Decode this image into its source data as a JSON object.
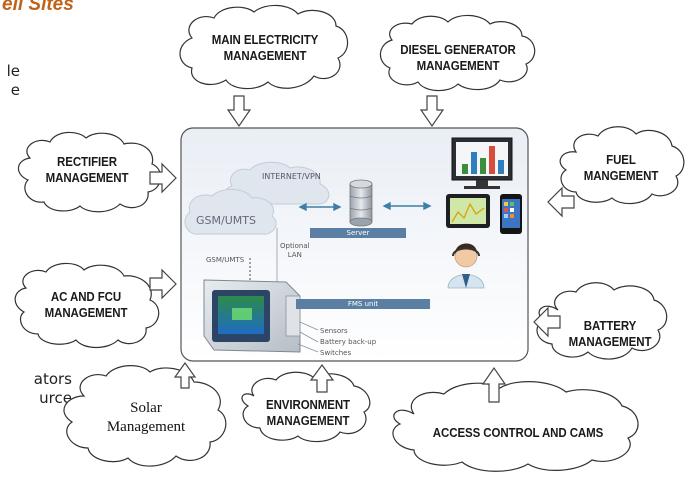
{
  "title": "ell Sites",
  "left_text": [
    "le",
    "e"
  ],
  "bottom_left_text": [
    "ators",
    "urce"
  ],
  "clouds": {
    "main_electricity": [
      "MAIN ELECTRICITY",
      "MANAGEMENT"
    ],
    "diesel_generator": [
      "DIESEL GENERATOR",
      "MANAGEMENT"
    ],
    "rectifier": [
      "RECTIFIER",
      "MANAGEMENT"
    ],
    "fuel": [
      "FUEL",
      "MANGEMENT"
    ],
    "ac_fcu": [
      "AC AND FCU",
      "MANAGEMENT"
    ],
    "battery": [
      "BATTERY",
      "MANAGEMENT"
    ],
    "solar": [
      "Solar",
      "Management"
    ],
    "environment": [
      "ENVIRONMENT",
      "MANAGEMENT"
    ],
    "access_control": "ACCESS CONTROL AND CAMS"
  },
  "center": {
    "internet_vpn": "INTERNET/VPN",
    "gsm_umts_cloud": "GSM/UMTS",
    "gsm_umts_link": "GSM/UMTS",
    "optional_lan": [
      "Optional",
      "LAN"
    ],
    "server": "Server",
    "fms_unit": "FMS unit",
    "sensors": "Sensors",
    "battery_backup": "Battery back-up",
    "switches": "Switches"
  },
  "colors": {
    "title": "#c0631a",
    "server_bar": "#5b7fa3",
    "fms_bar": "#5b7fa3",
    "link_arrow": "#3f7ea6"
  }
}
